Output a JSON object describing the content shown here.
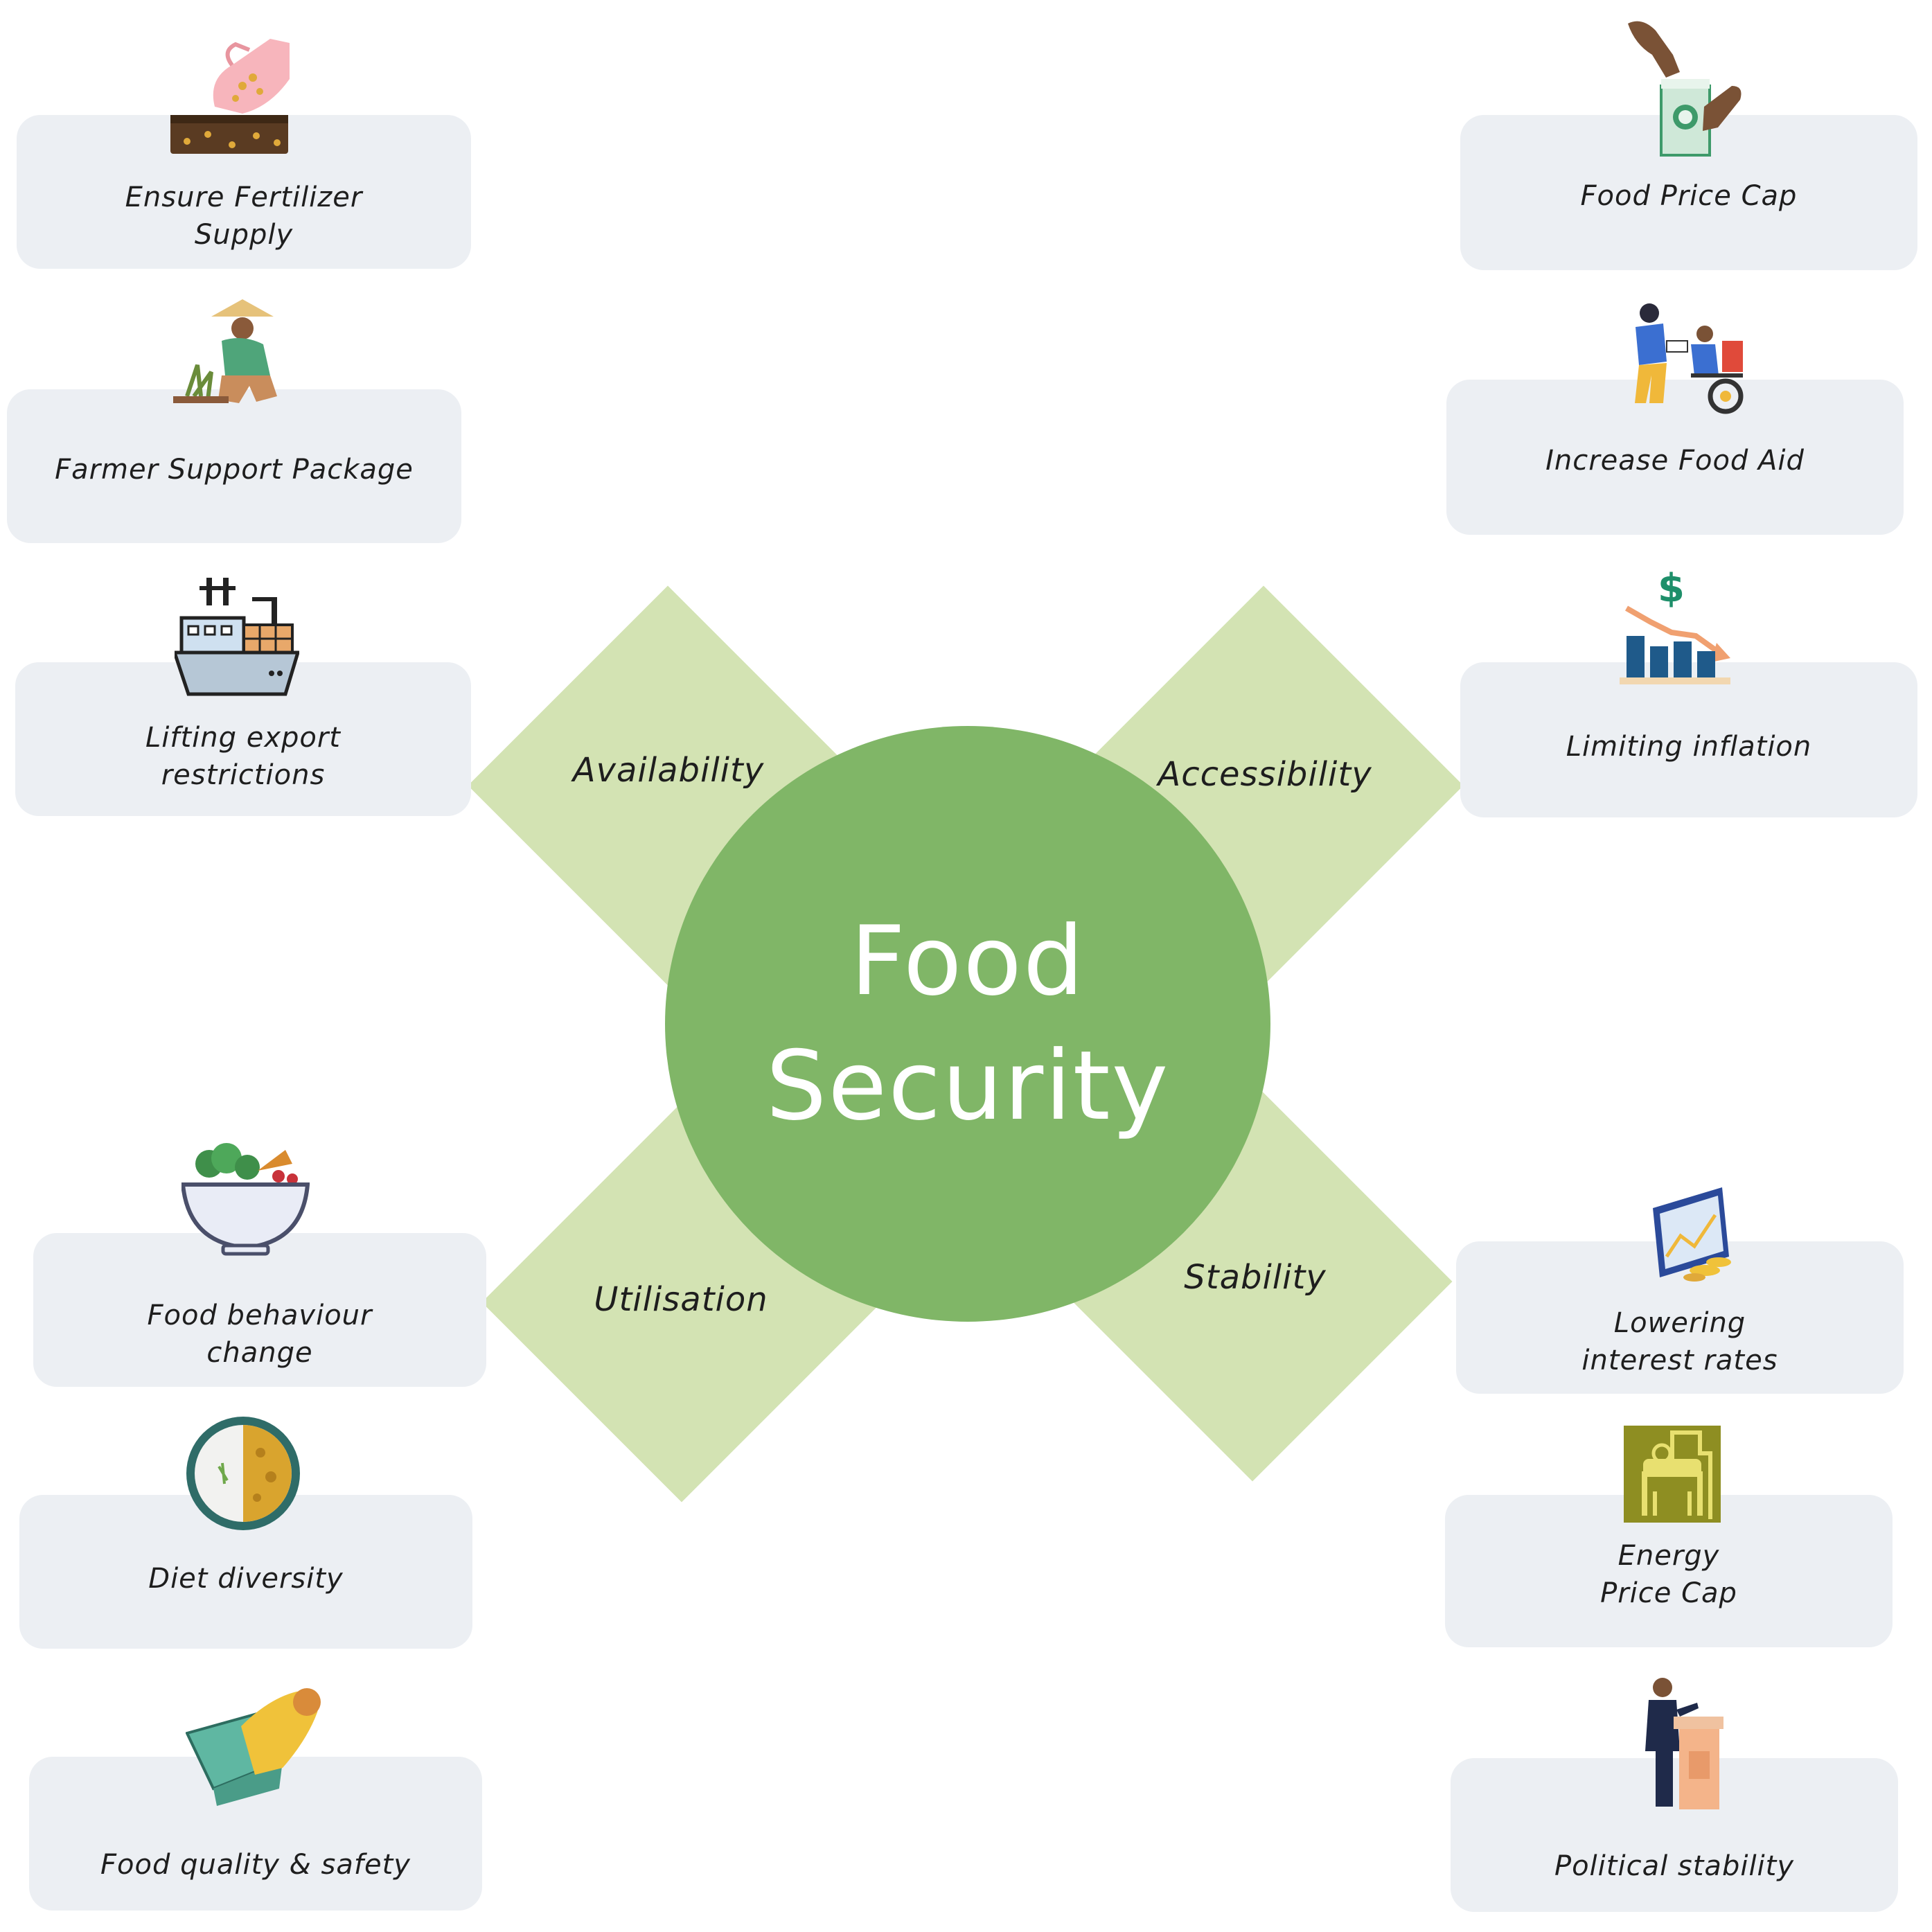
{
  "hub": {
    "line1": "Food",
    "line2": "Security"
  },
  "pillars": {
    "availability": "Availability",
    "accessibility": "Accessibility",
    "utilisation": "Utilisation",
    "stability": "Stability"
  },
  "left_items": [
    {
      "label": "Ensure Fertilizer\nSupply",
      "icon": "fertilizer-hand-icon"
    },
    {
      "label": "Farmer Support Package",
      "icon": "farmer-icon"
    },
    {
      "label": "Lifting export\nrestrictions",
      "icon": "cargo-ship-icon"
    },
    {
      "label": "Food behaviour\nchange",
      "icon": "salad-bowl-icon"
    },
    {
      "label": "Diet diversity",
      "icon": "rice-curry-plate-icon"
    },
    {
      "label": "Food quality & safety",
      "icon": "food-container-glove-icon"
    }
  ],
  "right_items": [
    {
      "label": "Food Price Cap",
      "icon": "food-package-hands-icon"
    },
    {
      "label": "Increase Food Aid",
      "icon": "food-aid-wheelchair-icon"
    },
    {
      "label": "Limiting inflation",
      "icon": "inflation-chart-icon"
    },
    {
      "label": "Lowering\ninterest rates",
      "icon": "finance-screen-coins-icon"
    },
    {
      "label": "Energy\nPrice Cap",
      "icon": "energy-pump-icon"
    },
    {
      "label": "Political stability",
      "icon": "politician-podium-icon"
    }
  ],
  "colors": {
    "hub": "#80b667",
    "diamond": "#d3e3b3",
    "box": "#eceff3",
    "text": "#1e1e1e"
  }
}
